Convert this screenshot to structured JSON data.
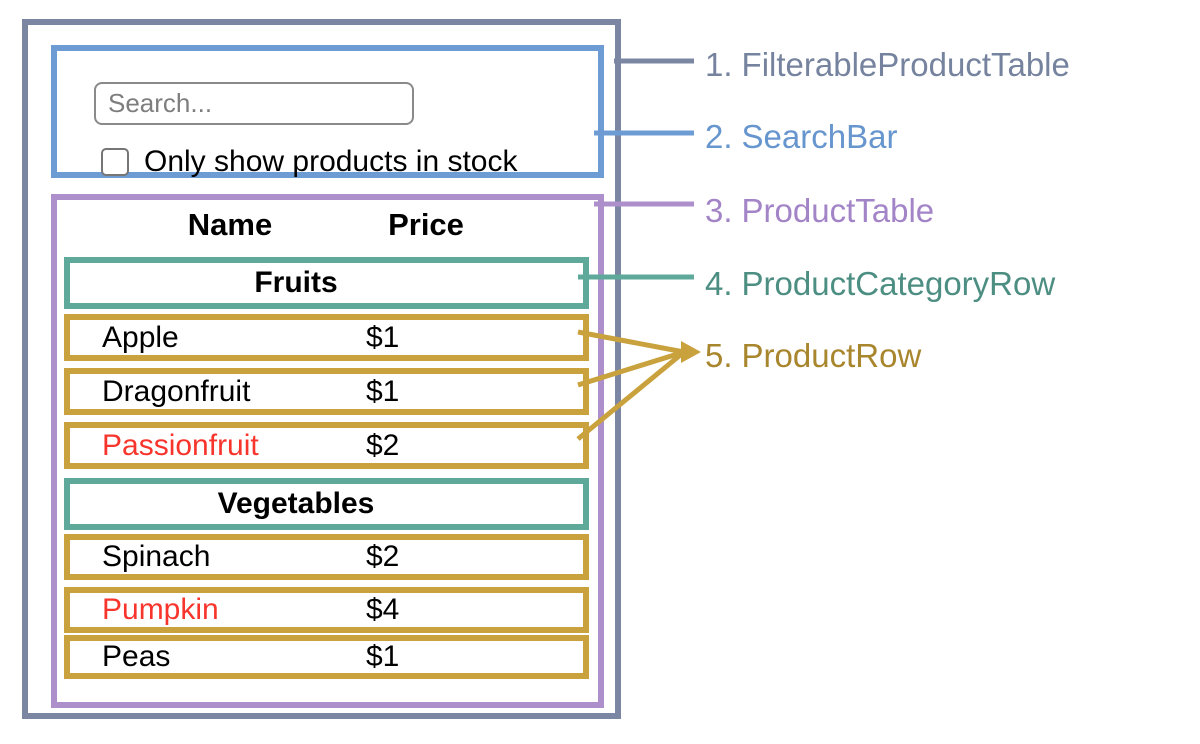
{
  "legend": [
    {
      "number": "1.",
      "name": "FilterableProductTable",
      "color": "#76839E"
    },
    {
      "number": "2.",
      "name": "SearchBar",
      "color": "#6796CE"
    },
    {
      "number": "3.",
      "name": "ProductTable",
      "color": "#A284C7"
    },
    {
      "number": "4.",
      "name": "ProductCategoryRow",
      "color": "#4D8E82"
    },
    {
      "number": "5.",
      "name": "ProductRow",
      "color": "#A8862D"
    }
  ],
  "search_bar": {
    "placeholder": "Search...",
    "checkbox_label": "Only show products in stock",
    "checkbox_checked": false
  },
  "product_table": {
    "headers": {
      "name": "Name",
      "price": "Price"
    },
    "sections": [
      {
        "category": "Fruits",
        "rows": [
          {
            "name": "Apple",
            "price": "$1",
            "in_stock": true
          },
          {
            "name": "Dragonfruit",
            "price": "$1",
            "in_stock": true
          },
          {
            "name": "Passionfruit",
            "price": "$2",
            "in_stock": false
          }
        ]
      },
      {
        "category": "Vegetables",
        "rows": [
          {
            "name": "Spinach",
            "price": "$2",
            "in_stock": true
          },
          {
            "name": "Pumpkin",
            "price": "$4",
            "in_stock": false
          },
          {
            "name": "Peas",
            "price": "$1",
            "in_stock": true
          }
        ]
      }
    ]
  },
  "colors": {
    "filterable_product_table_border": "#7B87A2",
    "search_bar_border": "#6D9CD5",
    "product_table_border": "#AC8FCB",
    "product_category_row_border": "#5FA99B",
    "product_row_border": "#C9A23D",
    "out_of_stock_text": "#F8352C"
  }
}
